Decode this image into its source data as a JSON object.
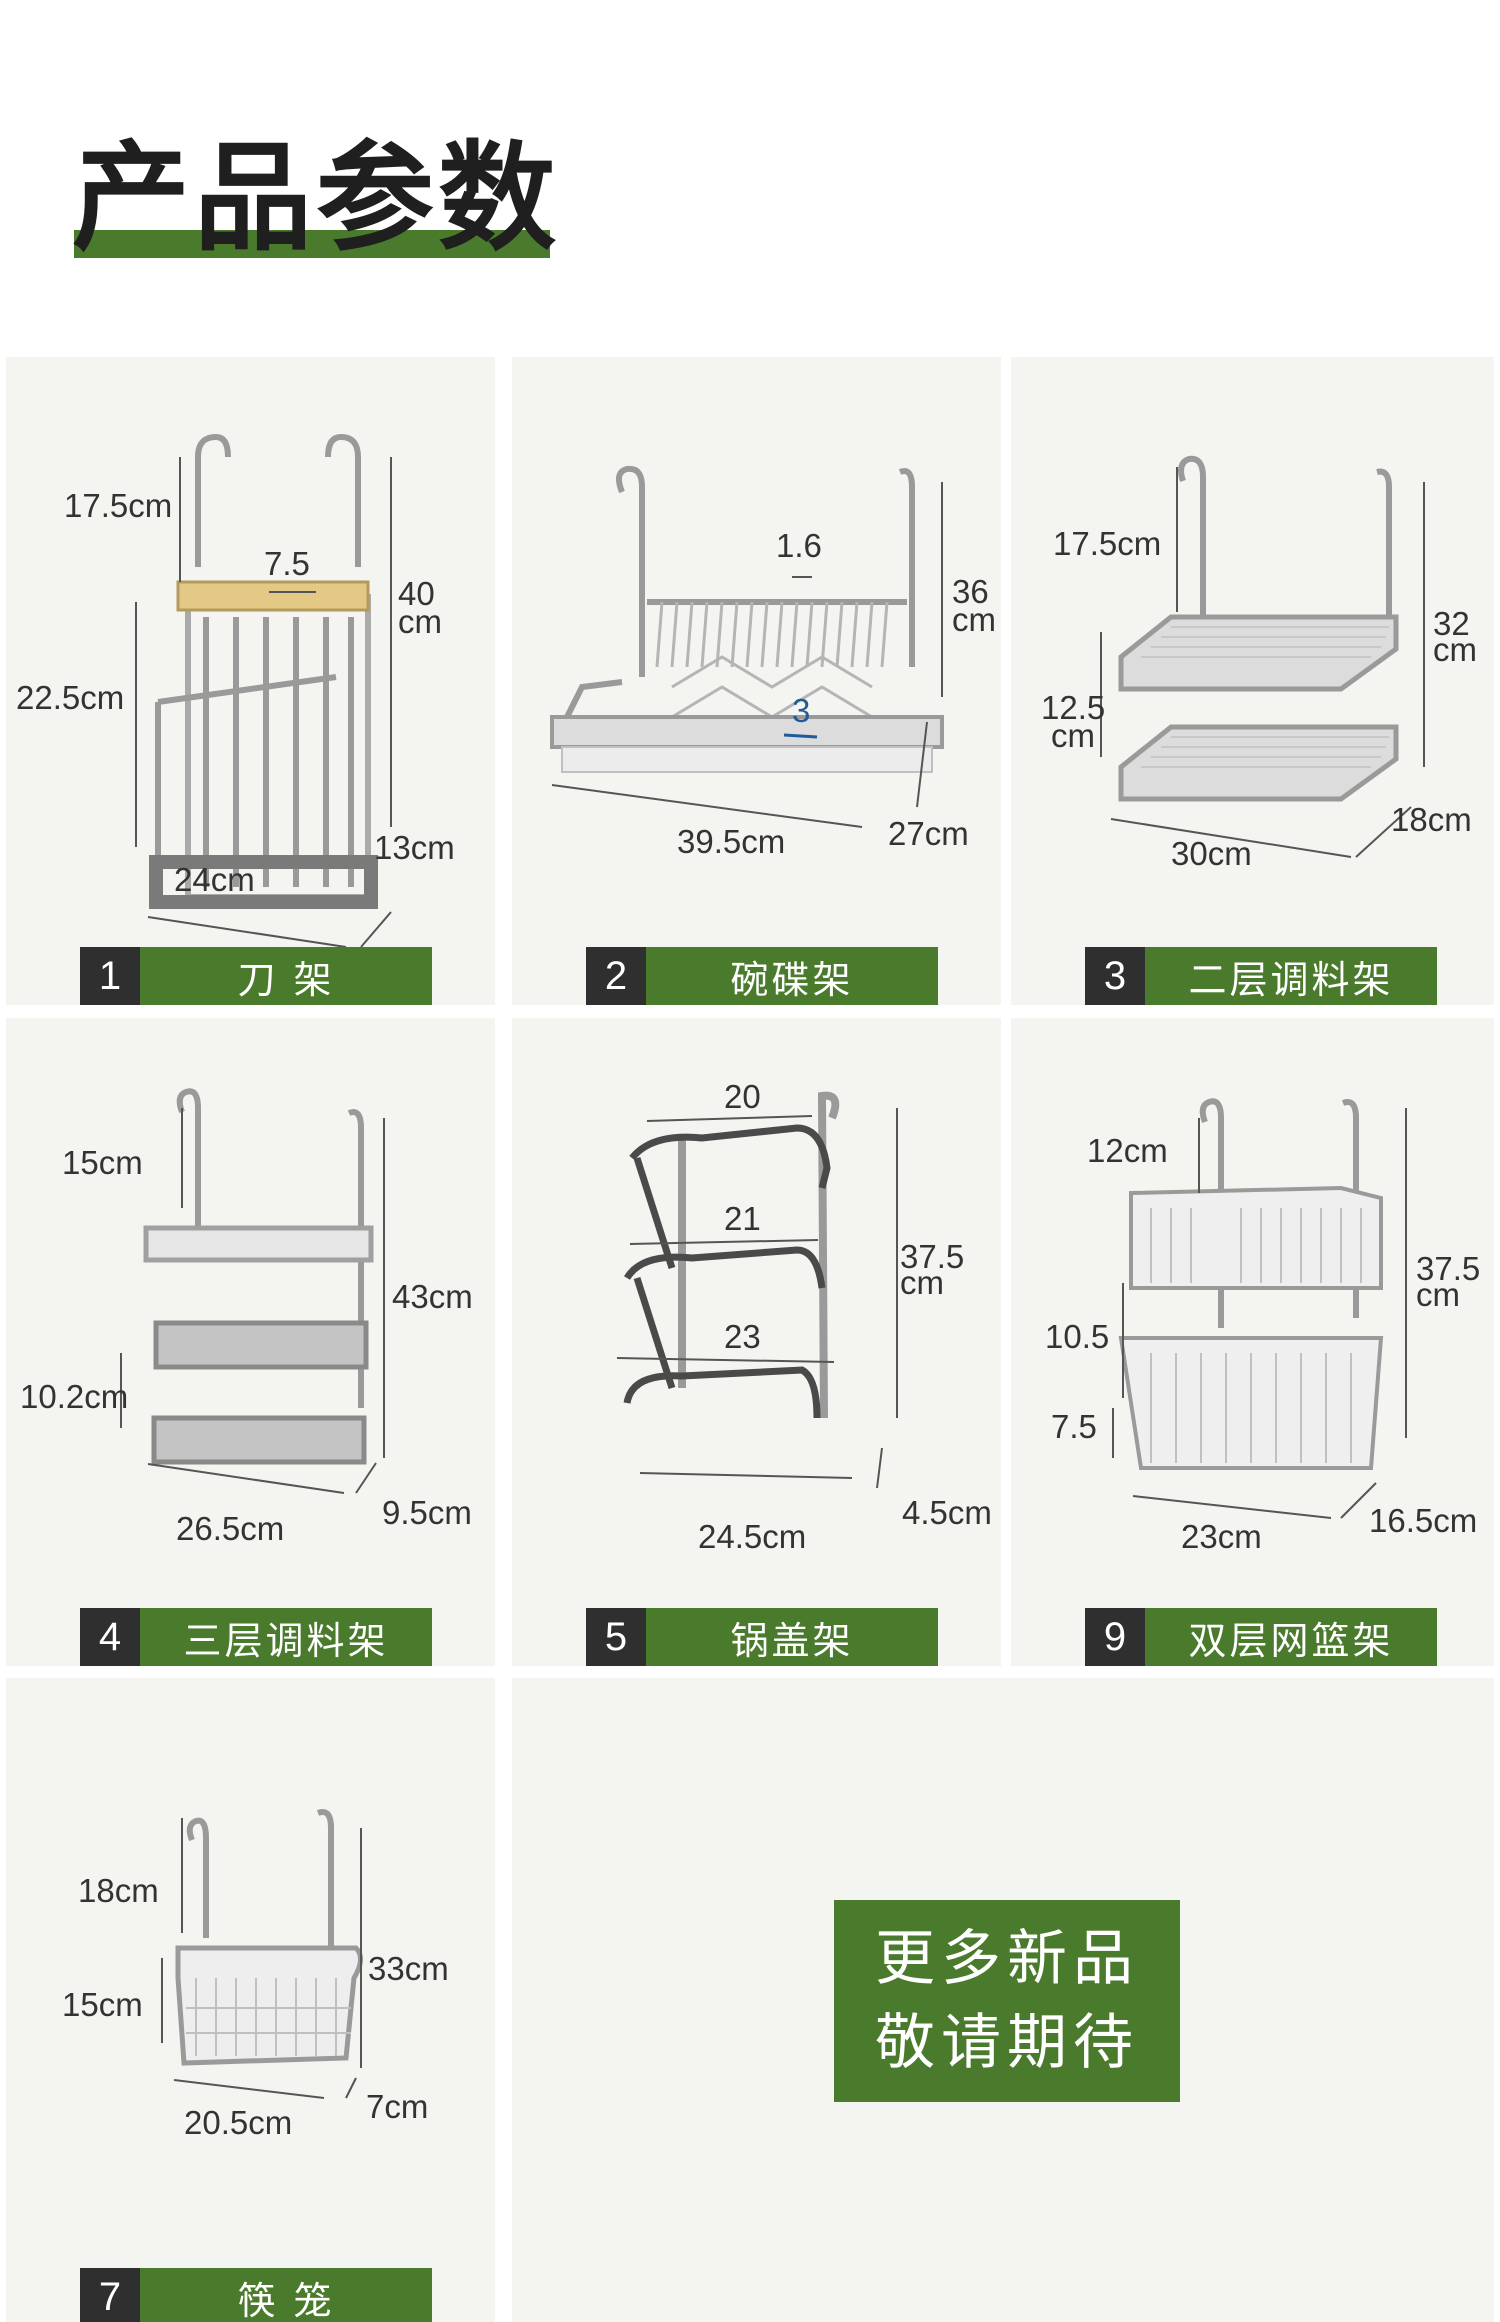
{
  "page_title": "产品参数",
  "colors": {
    "accent_green": "#4a7a2c",
    "number_dark": "#2f2f2f",
    "card_bg": "#f4f4f0",
    "blue_dim": "#1f5a9a"
  },
  "products": [
    {
      "number": "1",
      "name": "刀 架",
      "dims": [
        "17.5cm",
        "7.5",
        "40",
        "cm",
        "22.5cm",
        "24cm",
        "13cm"
      ]
    },
    {
      "number": "2",
      "name": "碗碟架",
      "dims": [
        "1.6",
        "36",
        "cm",
        "3",
        "39.5cm",
        "27cm"
      ]
    },
    {
      "number": "3",
      "name": "二层调料架",
      "dims": [
        "17.5cm",
        "32",
        "cm",
        "12.5",
        "cm",
        "30cm",
        "18cm"
      ]
    },
    {
      "number": "4",
      "name": "三层调料架",
      "dims": [
        "15cm",
        "43cm",
        "10.2cm",
        "26.5cm",
        "9.5cm"
      ]
    },
    {
      "number": "5",
      "name": "锅盖架",
      "dims": [
        "20",
        "21",
        "37.5",
        "cm",
        "23",
        "24.5cm",
        "4.5cm"
      ]
    },
    {
      "number": "9",
      "name": "双层网篮架",
      "dims": [
        "12cm",
        "37.5",
        "cm",
        "10.5",
        "7.5",
        "23cm",
        "16.5cm"
      ]
    },
    {
      "number": "7",
      "name": "筷 笼",
      "dims": [
        "18cm",
        "33cm",
        "15cm",
        "20.5cm",
        "7cm"
      ]
    }
  ],
  "promo": {
    "line1": "更多新品",
    "line2": "敬请期待"
  }
}
